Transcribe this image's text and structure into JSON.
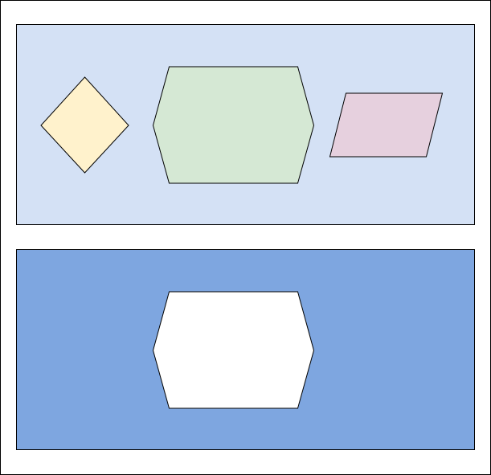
{
  "colors": {
    "page_background": "#ffffff",
    "outline": "#000000",
    "top_panel_fill": "#d4e1f5",
    "bottom_panel_fill": "#7ea6e0",
    "diamond_fill": "#fff2cc",
    "hexagon_fill": "#d5e8d4",
    "parallelogram_fill": "#e6d0de",
    "bottom_hexagon_fill": "#ffffff"
  },
  "shapes": {
    "top_panel": {
      "type": "rectangle"
    },
    "diamond": {
      "type": "rhombus"
    },
    "hexagon": {
      "type": "hexagon"
    },
    "parallelogram": {
      "type": "parallelogram"
    },
    "bottom_panel": {
      "type": "rectangle"
    },
    "bottom_hexagon": {
      "type": "hexagon"
    }
  }
}
